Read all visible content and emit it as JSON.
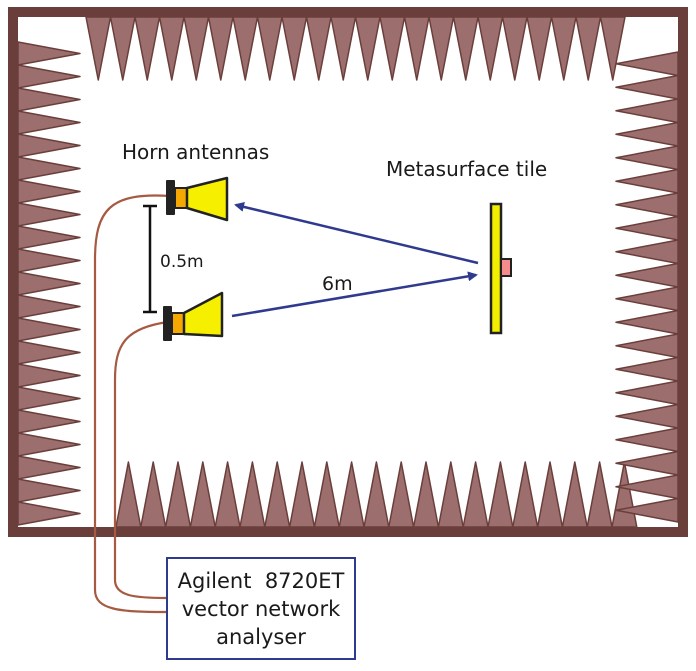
{
  "labels": {
    "horn_antennas": "Horn antennas",
    "metasurface_tile": "Metasurface tile",
    "separation": "0.5m",
    "distance": "6m"
  },
  "analyser": {
    "line1": "Agilent  8720ET",
    "line2": "vector network",
    "line3": "analyser"
  },
  "colors": {
    "wall": "#6a3f3b",
    "absorber": "#9c6e6e",
    "arrow": "#2f3a8f",
    "horn": "#f6f000",
    "horn_feed": "#f5a800",
    "tile": "#f2ee00",
    "tile_patch": "#f48c8c",
    "cable": "#a65a42",
    "box_border": "#2f3a8f"
  }
}
